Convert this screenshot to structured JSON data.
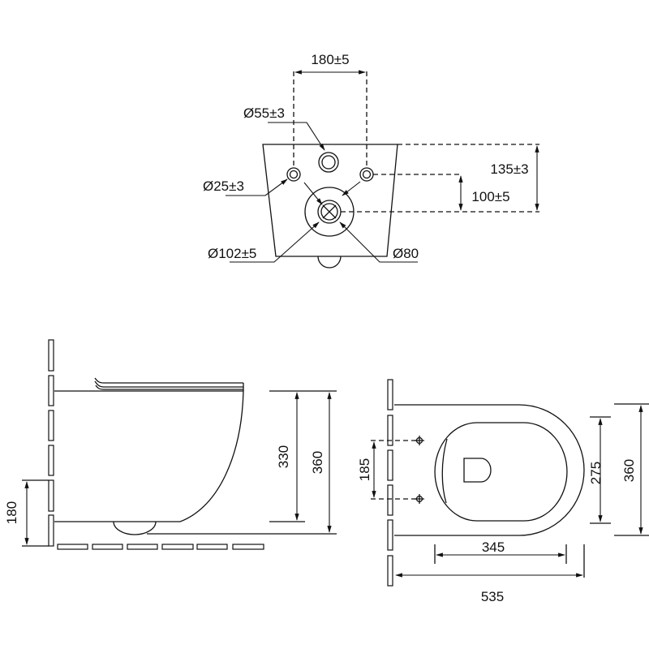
{
  "front_view": {
    "dims": {
      "bolt_spacing": "180±5",
      "inlet_diameter": "Ø55±3",
      "bolt_hole_diameter": "Ø25±3",
      "outlet_outer_diameter": "Ø102±5",
      "outlet_inner_diameter": "Ø80",
      "top_to_outlet": "135±3",
      "bolt_to_outlet": "100±5"
    }
  },
  "side_view": {
    "dims": {
      "bowl_height": "330",
      "total_height": "360",
      "outlet_height": "180"
    }
  },
  "plan_view": {
    "dims": {
      "bolt_vertical_spacing": "185",
      "seat_width": "275",
      "total_width": "360",
      "seat_length": "345",
      "total_length": "535"
    }
  }
}
